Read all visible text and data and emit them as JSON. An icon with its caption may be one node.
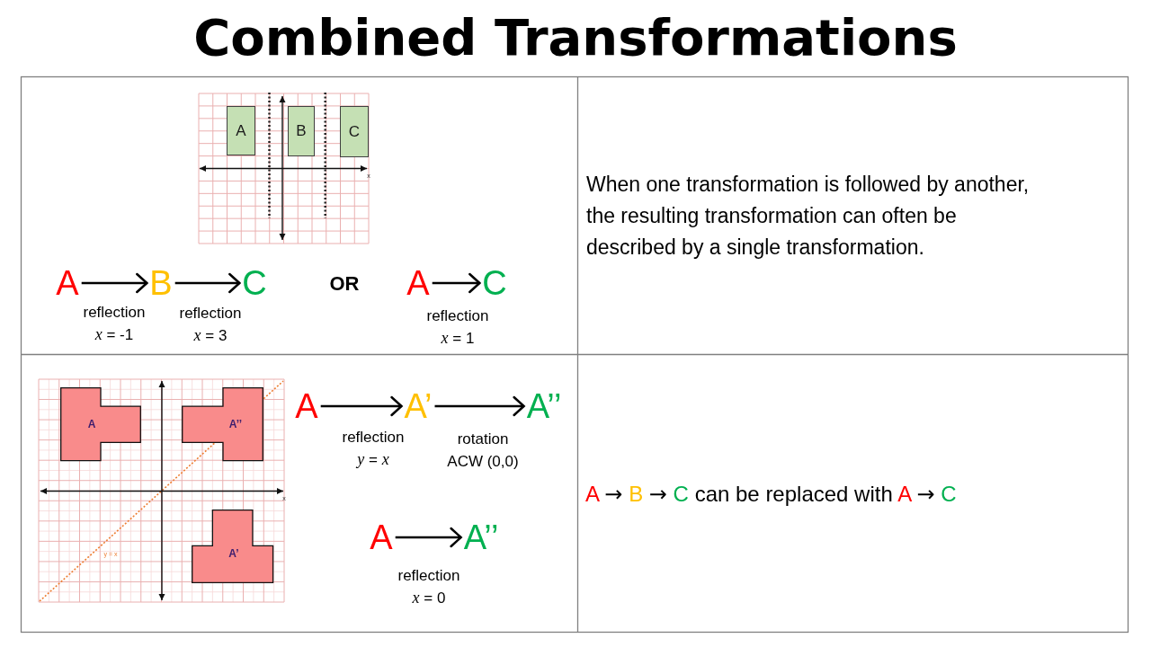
{
  "diagram": {
    "title": "Combined Transformations",
    "nodes": [
      {
        "text": [
          "A"
        ]
      },
      {
        "text": [
          "B"
        ]
      },
      {
        "text": [
          "C"
        ]
      },
      {
        "text": [
          "A"
        ]
      },
      {
        "text": [
          "B"
        ]
      },
      {
        "text": [
          "C"
        ]
      },
      {
        "text": [
          "A"
        ]
      },
      {
        "text": [
          "C"
        ]
      },
      {
        "text": [
          "A"
        ]
      },
      {
        "text": [
          "A’’"
        ]
      },
      {
        "text": [
          "A’"
        ]
      },
      {
        "text": [
          "A"
        ]
      },
      {
        "text": [
          "A’"
        ]
      },
      {
        "text": [
          "A’’"
        ]
      },
      {
        "text": [
          "A"
        ]
      },
      {
        "text": [
          "A’’"
        ]
      }
    ],
    "edges": [
      {
        "from": 3,
        "to": 4,
        "arrow": "to",
        "label": "reflection *x* = -1"
      },
      {
        "from": 4,
        "to": 5,
        "arrow": "to",
        "label": "reflection *x* = 3"
      },
      {
        "from": 6,
        "to": 7,
        "arrow": "to",
        "label": "reflection *x* = 1"
      },
      {
        "from": 11,
        "to": 12,
        "arrow": "to",
        "label": "reflection *y* = *x*"
      },
      {
        "from": 12,
        "to": 13,
        "arrow": "to",
        "label": "rotation ACW (0,0)"
      },
      {
        "from": 14,
        "to": 15,
        "arrow": "to",
        "label": "reflection *x* = 0"
      }
    ],
    "labels": [
      "x",
      "OR",
      "When one transformation is followed by another, the resulting transformation can often be described by a single transformation.",
      "x",
      "y = x",
      "A → B → C can be replaced with A → C"
    ]
  }
}
